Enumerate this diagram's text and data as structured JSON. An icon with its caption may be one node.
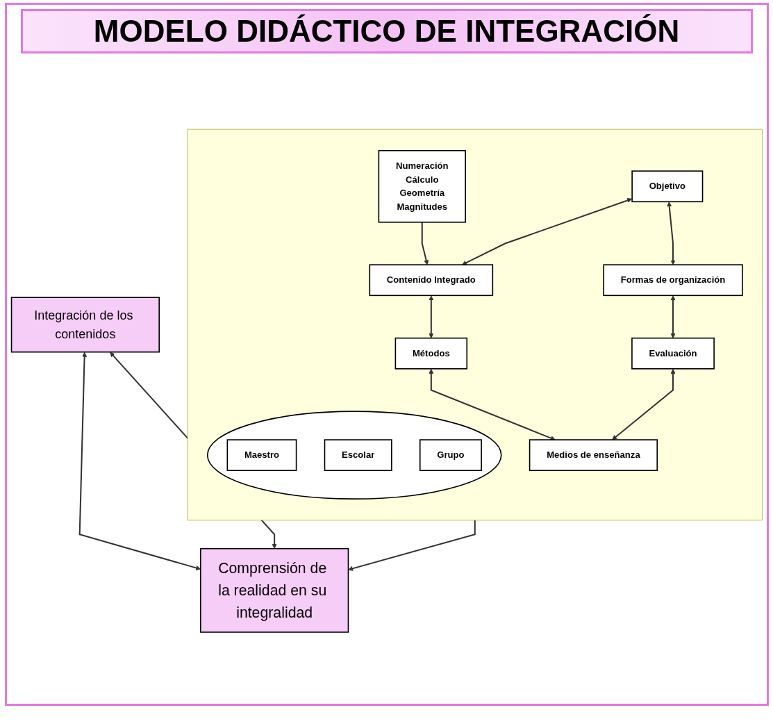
{
  "diagram": {
    "title": "MODELO DIDÁCTICO DE INTEGRACIÓN",
    "nodes": [
      {
        "text": [
          "Integración de los contenidos"
        ]
      },
      {
        "text": [],
        "shape": "box"
      },
      {
        "text": [
          "Numeración",
          "Cálculo",
          "Geometría",
          "Magnitudes"
        ],
        "in": 1
      },
      {
        "text": [
          "Objetivo"
        ],
        "in": 1
      },
      {
        "text": [
          "Contenido Integrado"
        ],
        "in": 1
      },
      {
        "text": [
          "Métodos"
        ],
        "in": 1
      },
      {
        "text": [],
        "shape": "ellipse",
        "in": 1
      },
      {
        "text": [
          "Maestro"
        ],
        "in": 6
      },
      {
        "text": [
          "Escolar"
        ],
        "in": 6
      },
      {
        "text": [
          "Grupo"
        ],
        "in": 6
      },
      {
        "text": [
          "Formas de organización"
        ],
        "in": 1
      },
      {
        "text": [
          "Evaluación"
        ],
        "in": 1
      },
      {
        "text": [
          "Medios de enseñanza"
        ],
        "in": 1
      },
      {
        "text": [
          "Comprensión de la realidad en su integralidad"
        ]
      }
    ],
    "edges": [
      {
        "from": 0,
        "to": 13,
        "arrow": "both"
      },
      {
        "from": 0,
        "to": 13,
        "arrow": "both"
      },
      {
        "from": 2,
        "to": 4,
        "arrow": "to"
      },
      {
        "from": 3,
        "to": 4,
        "arrow": "both"
      },
      {
        "from": 4,
        "to": 5,
        "arrow": "both"
      },
      {
        "from": 3,
        "to": 10,
        "arrow": "both"
      },
      {
        "from": 5,
        "to": 12,
        "arrow": "both"
      },
      {
        "from": 10,
        "to": 11,
        "arrow": "both"
      },
      {
        "from": 11,
        "to": 12,
        "arrow": "both"
      },
      {
        "from": 1,
        "to": 13,
        "arrow": "to"
      }
    ]
  }
}
